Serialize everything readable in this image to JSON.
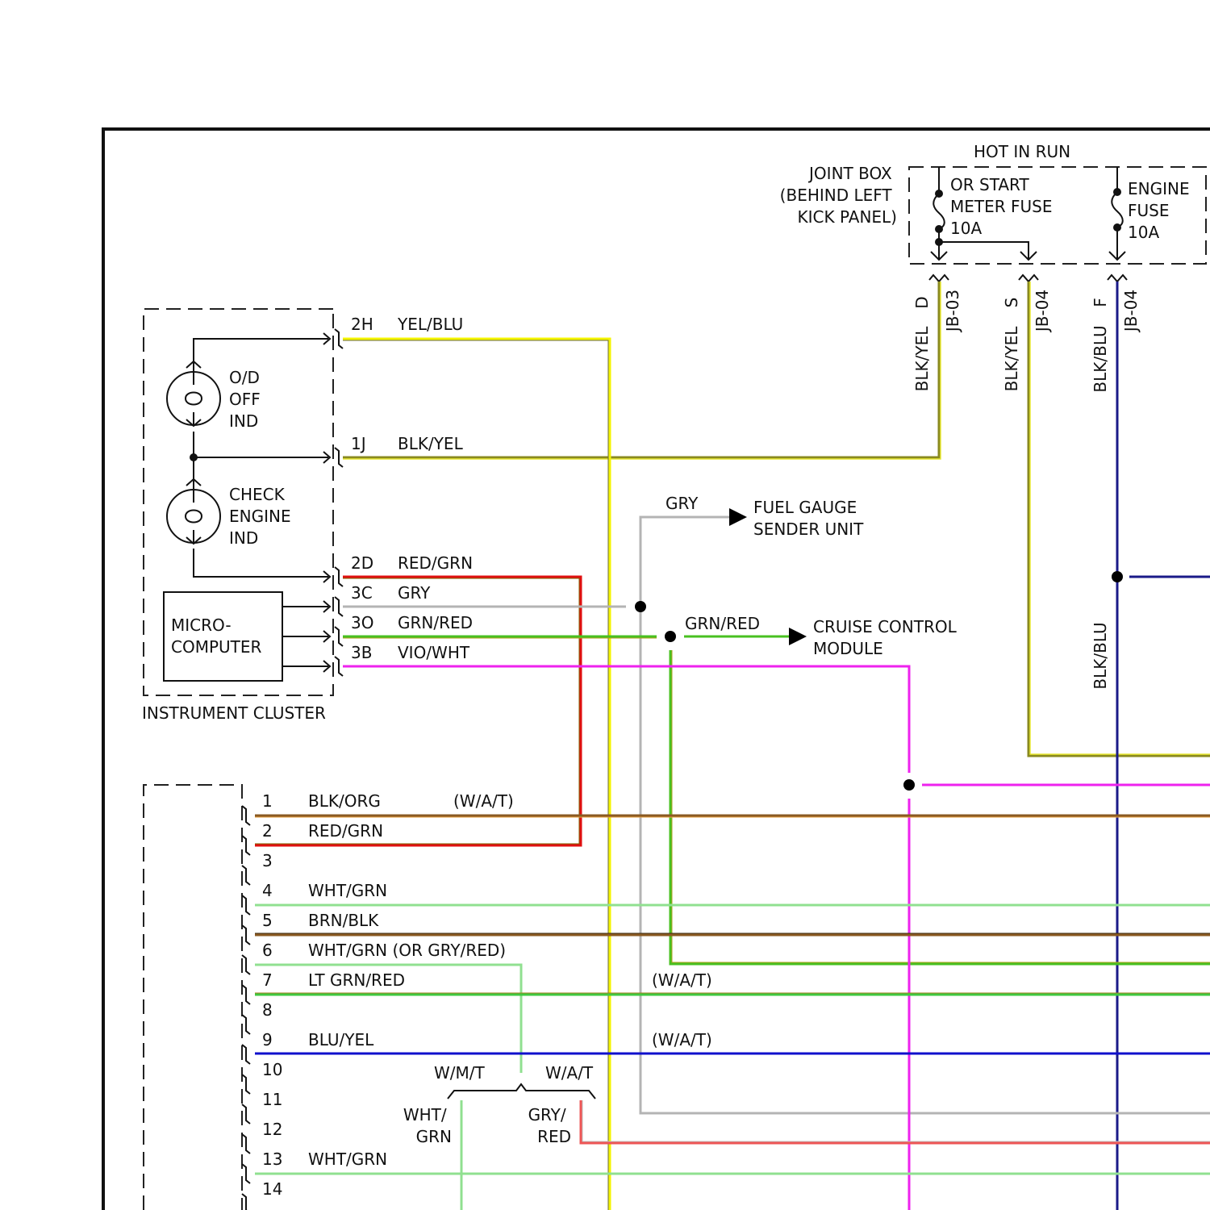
{
  "joint_box": {
    "title": "HOT IN RUN",
    "name_lines": [
      "JOINT BOX",
      "(BEHIND LEFT",
      "KICK PANEL)"
    ],
    "meter_fuse_lines": [
      "OR START",
      "METER FUSE",
      "10A"
    ],
    "engine_fuse_lines": [
      "ENGINE",
      "FUSE",
      "10A"
    ],
    "terminals": [
      {
        "letter": "D",
        "code": "JB-03",
        "wire": "BLK/YEL"
      },
      {
        "letter": "S",
        "code": "JB-04",
        "wire": "BLK/YEL"
      },
      {
        "letter": "F",
        "code": "JB-04",
        "wire": "BLK/BLU"
      }
    ],
    "lower_wire": "BLK/BLU"
  },
  "instrument_cluster": {
    "label": "INSTRUMENT CLUSTER",
    "od_lamp_lines": [
      "O/D",
      "OFF",
      "IND"
    ],
    "check_engine_lines": [
      "CHECK",
      "ENGINE",
      "IND"
    ],
    "micro_lines": [
      "MICRO-",
      "COMPUTER"
    ],
    "pins": [
      {
        "pin": "2H",
        "wire": "YEL/BLU"
      },
      {
        "pin": "1J",
        "wire": "BLK/YEL"
      },
      {
        "pin": "2D",
        "wire": "RED/GRN"
      },
      {
        "pin": "3C",
        "wire": "GRY"
      },
      {
        "pin": "3O",
        "wire": "GRN/RED"
      },
      {
        "pin": "3B",
        "wire": "VIO/WHT"
      }
    ]
  },
  "fuel_gauge": {
    "wire": "GRY",
    "lines": [
      "FUEL GAUGE",
      "SENDER UNIT"
    ]
  },
  "cruise": {
    "wire": "GRN/RED",
    "lines": [
      "CRUISE CONTROL",
      "MODULE"
    ]
  },
  "lower_connector": {
    "rows": [
      {
        "num": "1",
        "wire": "BLK/ORG",
        "note": "(W/A/T)"
      },
      {
        "num": "2",
        "wire": "RED/GRN",
        "note": ""
      },
      {
        "num": "3",
        "wire": "",
        "note": ""
      },
      {
        "num": "4",
        "wire": "WHT/GRN",
        "note": ""
      },
      {
        "num": "5",
        "wire": "BRN/BLK",
        "note": ""
      },
      {
        "num": "6",
        "wire": "WHT/GRN (OR GRY/RED)",
        "note": ""
      },
      {
        "num": "7",
        "wire": "LT GRN/RED",
        "note": "(W/A/T)"
      },
      {
        "num": "8",
        "wire": "",
        "note": ""
      },
      {
        "num": "9",
        "wire": "BLU/YEL",
        "note": "(W/A/T)"
      },
      {
        "num": "10",
        "wire": "",
        "note": ""
      },
      {
        "num": "11",
        "wire": "",
        "note": ""
      },
      {
        "num": "12",
        "wire": "",
        "note": ""
      },
      {
        "num": "13",
        "wire": "WHT/GRN",
        "note": ""
      },
      {
        "num": "14",
        "wire": "",
        "note": ""
      }
    ],
    "option_mt": "W/M/T",
    "option_at": "W/A/T",
    "branch_mt_lines": [
      "WHT/",
      "GRN"
    ],
    "branch_at_lines": [
      "GRY/",
      "RED"
    ]
  },
  "colors": {
    "frame": "#111111",
    "yellow": "#f4f400",
    "red": "#e01010",
    "gray": "#b4b4b4",
    "green": "#48c020",
    "magenta": "#ee22ee",
    "navy": "#1a1a88",
    "olive": "#8a8a20",
    "light_green": "#90e090",
    "brown": "#8a5a22",
    "lime": "#40c840",
    "blue": "#1010cc"
  }
}
